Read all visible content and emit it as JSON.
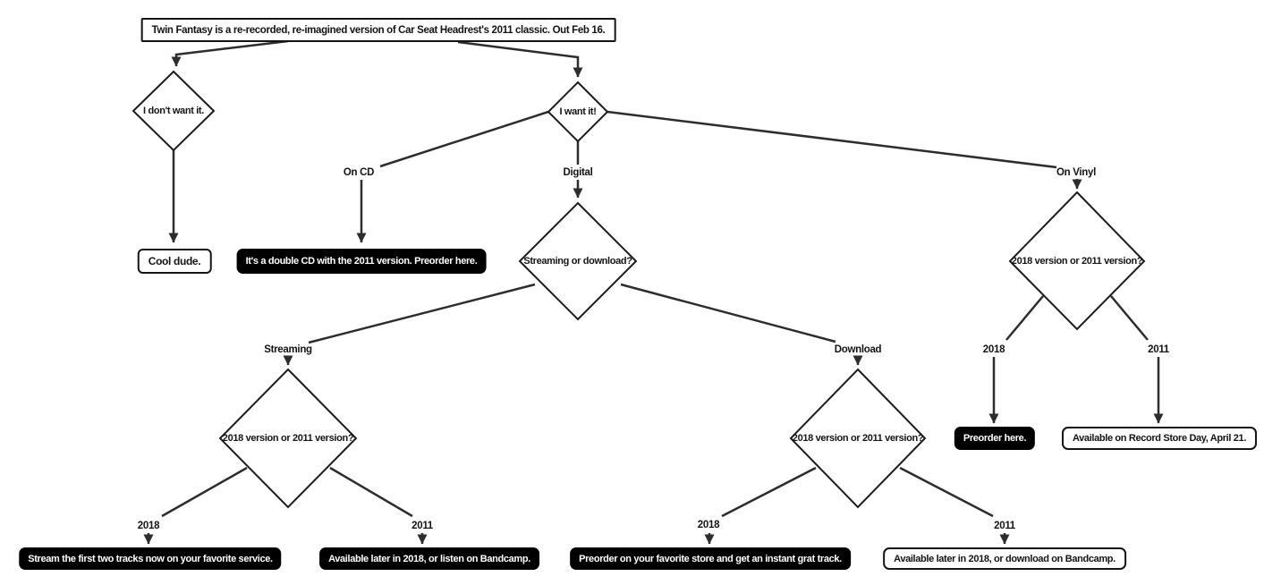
{
  "flowchart": {
    "root": "Twin Fantasy is a re-recorded, re-imagined version of Car Seat Headrest's 2011 classic. Out Feb 16.",
    "decline": {
      "question": "I don't want it.",
      "result": "Cool dude."
    },
    "accept": {
      "question": "I want it!"
    },
    "cd": {
      "label": "On CD",
      "result": "It's a double CD with the 2011 version. Preorder here."
    },
    "digital": {
      "label": "Digital",
      "question": "Streaming or download?",
      "streaming": {
        "label": "Streaming",
        "question": "2018 version or 2011 version?",
        "label_2018": "2018",
        "label_2011": "2011",
        "result_2018": "Stream the first two tracks now on your favorite service.",
        "result_2011": "Available later in 2018, or listen on Bandcamp."
      },
      "download": {
        "label": "Download",
        "question": "2018 version or 2011 version?",
        "label_2018": "2018",
        "label_2011": "2011",
        "result_2018": "Preorder on your favorite store and get an instant grat track.",
        "result_2011": "Available later in 2018, or download on Bandcamp."
      }
    },
    "vinyl": {
      "label": "On Vinyl",
      "question": "2018 version or 2011 version?",
      "label_2018": "2018",
      "label_2011": "2011",
      "result_2018": "Preorder here.",
      "result_2011": "Available on Record Store Day, April 21."
    },
    "colors": {
      "line": "#2d2d2d",
      "node_border": "#141414",
      "link_bg": "#000000",
      "link_fg": "#ffffff",
      "background": "#ffffff"
    }
  }
}
